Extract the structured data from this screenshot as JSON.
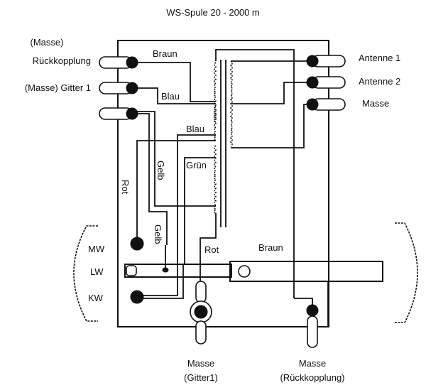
{
  "title": "WS-Spule 20 - 2000 m",
  "left_terminals": [
    {
      "label_line1": "(Masse)",
      "label_line2": "Rückkopplung"
    },
    {
      "label_line1": "(Masse) Gitter 1",
      "label_line2": ""
    },
    {
      "label_line1": "",
      "label_line2": ""
    }
  ],
  "right_terminals": [
    {
      "label": "Antenne 1"
    },
    {
      "label": "Antenne 2"
    },
    {
      "label": "Masse"
    }
  ],
  "wire_labels": {
    "braun_top": "Braun",
    "blau_1": "Blau",
    "blau_2": "Blau",
    "gruen": "Grün",
    "rot_left": "Rot",
    "gelb_1": "Gelb",
    "gelb_2": "Gelb",
    "rot_bottom": "Rot",
    "braun_bottom": "Braun"
  },
  "switch_positions": {
    "mw": "MW",
    "lw": "LW",
    "kw": "KW"
  },
  "bottom_terminals": [
    {
      "label_line1": "Masse",
      "label_line2": "(Gitter1)"
    },
    {
      "label_line1": "Masse",
      "label_line2": "(Rückkopplung)"
    }
  ]
}
